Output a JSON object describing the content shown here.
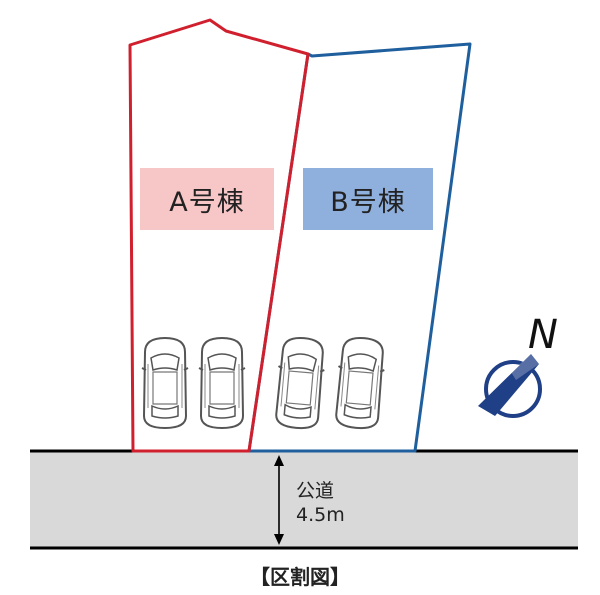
{
  "lots": [
    {
      "label": "A号棟",
      "fill": "#f7c6c7",
      "border": "#d0202e"
    },
    {
      "label": "B号棟",
      "fill": "#8fafdc",
      "border": "#1f5f9e"
    }
  ],
  "road": {
    "name": "公道",
    "width": "4.5m",
    "fill": "#d9d9d9"
  },
  "compass": {
    "north_label": "N",
    "color": "#1f3f86",
    "icon": "north-arrow-icon"
  },
  "parking": {
    "spaces_per_lot": 2,
    "icon": "car-icon"
  },
  "caption": "【区割図】"
}
